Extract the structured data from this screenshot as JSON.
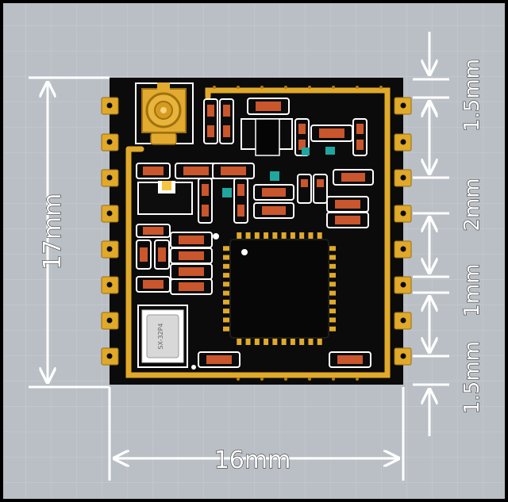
{
  "dimensions": {
    "height": "17mm",
    "width": "16mm",
    "right_labels": [
      "1.5mm",
      "2mm",
      "1mm",
      "1.5mm"
    ]
  },
  "board_labels": {
    "crystal": "SX-32P4"
  },
  "colors": {
    "background": "#b9bfc5",
    "frame": "#000000",
    "pcb": "#0b0b0b",
    "gold": "#e0a92a",
    "gold_dark": "#9a6e10",
    "dimension_lines": "#ffffff",
    "component_body": "#c9562c",
    "teal": "#20a6a0"
  }
}
